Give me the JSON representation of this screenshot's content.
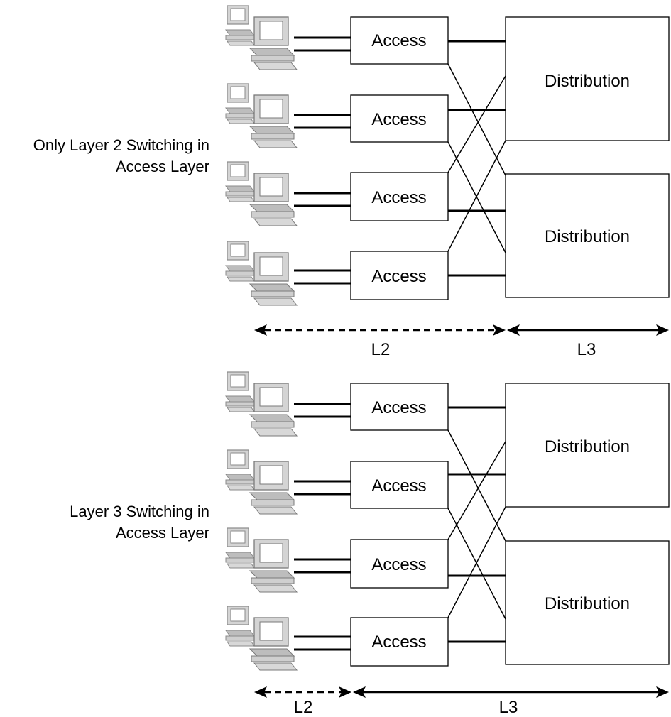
{
  "sections": [
    {
      "label_lines": [
        "Only Layer 2 Switching in",
        "Access Layer"
      ],
      "access_labels": [
        "Access",
        "Access",
        "Access",
        "Access"
      ],
      "distribution_labels": [
        "Distribution",
        "Distribution"
      ],
      "range_labels": {
        "left": "L2",
        "right": "L3"
      }
    },
    {
      "label_lines": [
        "Layer 3 Switching in",
        "Access Layer"
      ],
      "access_labels": [
        "Access",
        "Access",
        "Access",
        "Access"
      ],
      "distribution_labels": [
        "Distribution",
        "Distribution"
      ],
      "range_labels": {
        "left": "L2",
        "right": "L3"
      }
    }
  ]
}
